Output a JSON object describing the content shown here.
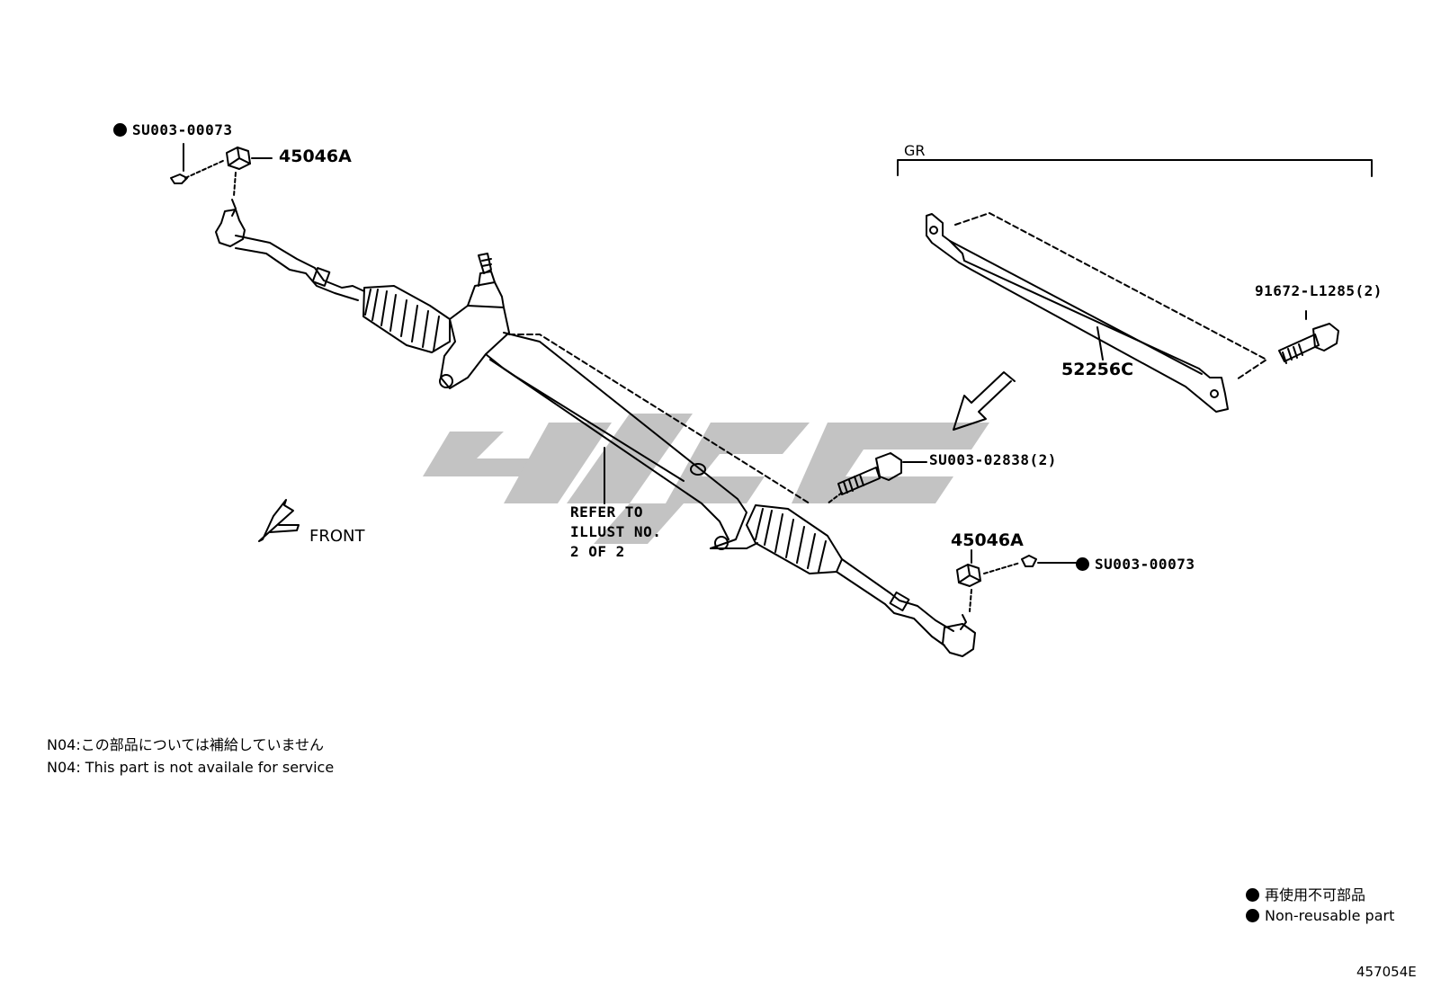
{
  "labels": {
    "gr": "GR",
    "cotter_pin_left": "SU003-00073",
    "nut_left": "45046A",
    "bracket": "52256C",
    "bracket_bolt": "91672-L1285(2)",
    "mount_bolt": "SU003-02838(2)",
    "nut_right": "45046A",
    "cotter_pin_right": "SU003-00073",
    "refer_line1": "REFER TO",
    "refer_line2": "ILLUST NO.",
    "refer_line3": "2 OF 2",
    "front": "FRONT"
  },
  "notes": {
    "n04_jp_code": "N04",
    "n04_jp_text": ":この部品については補給していません",
    "n04_en_code": "N04",
    "n04_en_text": ": This part is not availale for service"
  },
  "legend": {
    "jp": "再使用不可部品",
    "en": "Non-reusable part"
  },
  "figure_id": "457054E",
  "colors": {
    "line": "#000000",
    "watermark": "#b9b9b9",
    "background": "#ffffff"
  }
}
